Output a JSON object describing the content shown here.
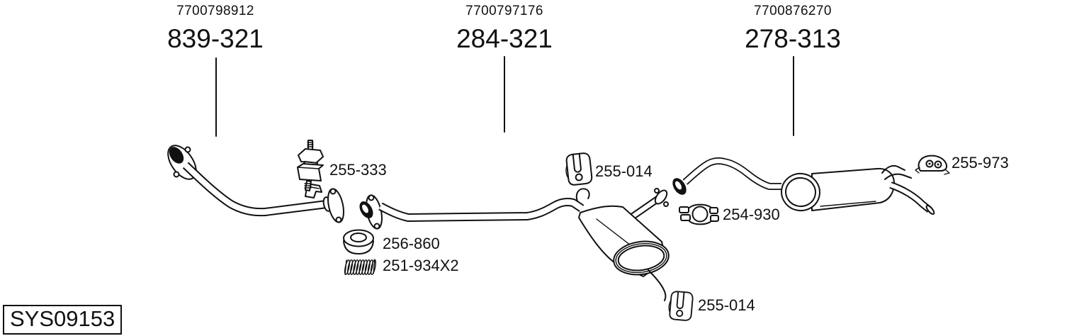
{
  "colors": {
    "background": "#ffffff",
    "ink": "#111111"
  },
  "sections": [
    {
      "oe_number": "7700798912",
      "code": "839-321"
    },
    {
      "oe_number": "7700797176",
      "code": "284-321"
    },
    {
      "oe_number": "7700876270",
      "code": "278-313"
    }
  ],
  "part_labels": [
    {
      "part": "front-rubber-mount",
      "label": "255-333"
    },
    {
      "part": "middle-hanger",
      "label": "255-014"
    },
    {
      "part": "gasket-ring",
      "label": "256-860"
    },
    {
      "part": "spring-kit",
      "label": "251-934X2"
    },
    {
      "part": "pipe-clamp",
      "label": "254-930"
    },
    {
      "part": "rear-hanger",
      "label": "255-014"
    },
    {
      "part": "rear-rubber-mount",
      "label": "255-973"
    }
  ],
  "system_code": "SYS09153"
}
